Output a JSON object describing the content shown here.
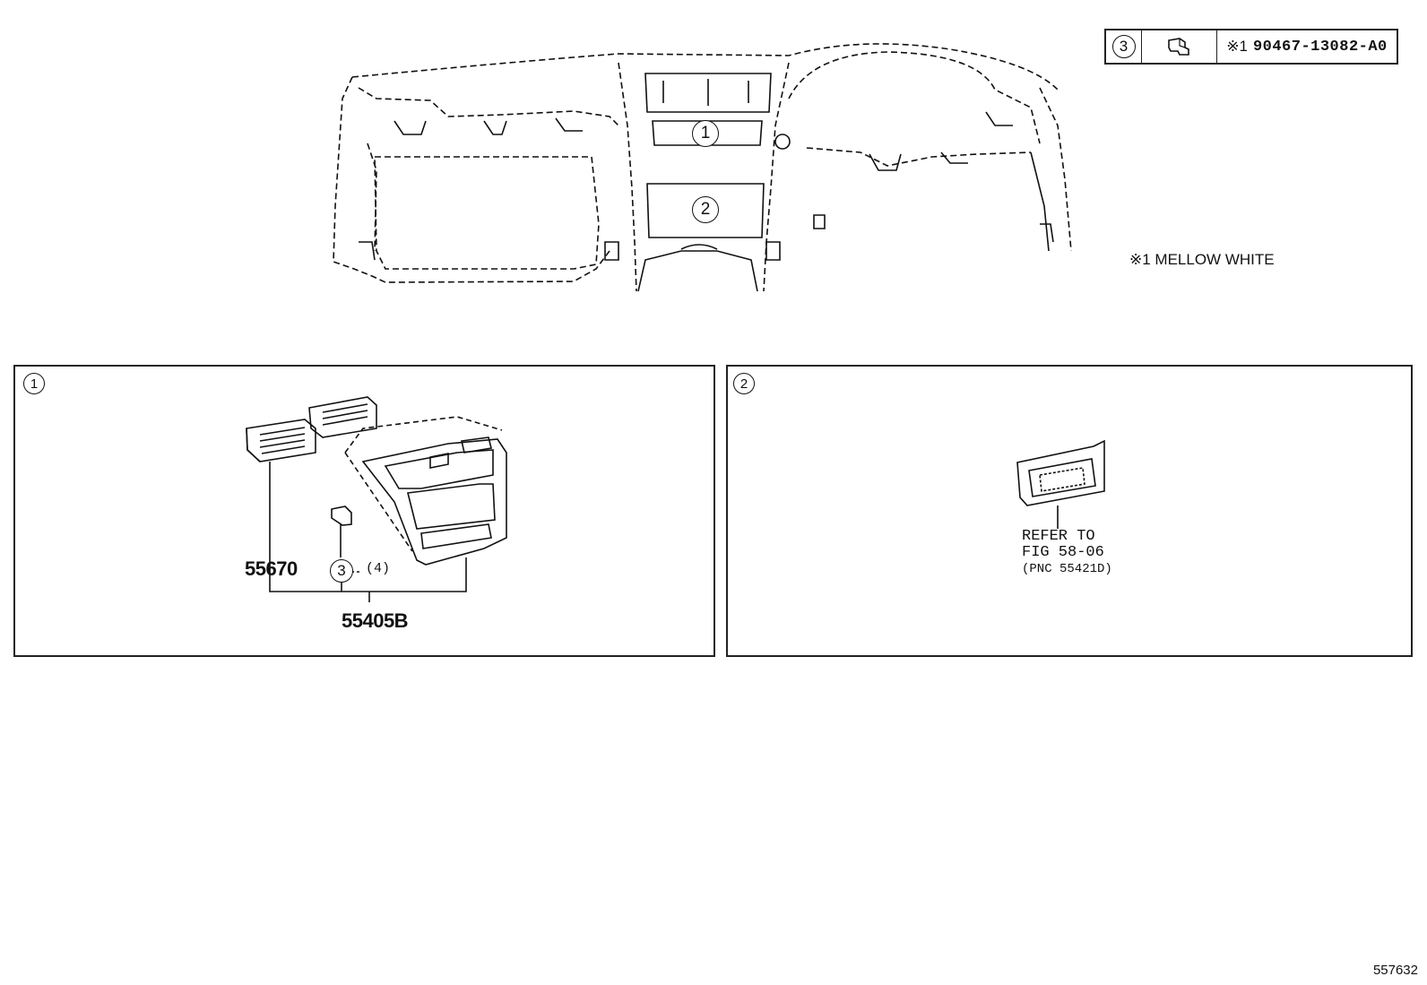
{
  "legend": {
    "ref_number": "3",
    "note_marker": "※1",
    "part_number": "90467-13082-A0",
    "icon": "clip-icon"
  },
  "note": {
    "text": "※1 MELLOW WHITE"
  },
  "overview": {
    "callout_1": "1",
    "callout_2": "2"
  },
  "panel_1": {
    "index": "1",
    "parts": {
      "vent": "55670",
      "clip_ref": "3",
      "clip_qty": "(4)",
      "assembly": "55405B"
    }
  },
  "panel_2": {
    "index": "2",
    "refer_line1": "REFER TO",
    "refer_line2": "FIG 58-06",
    "refer_line3": "(PNC 55421D)"
  },
  "illustration_id": "557632"
}
